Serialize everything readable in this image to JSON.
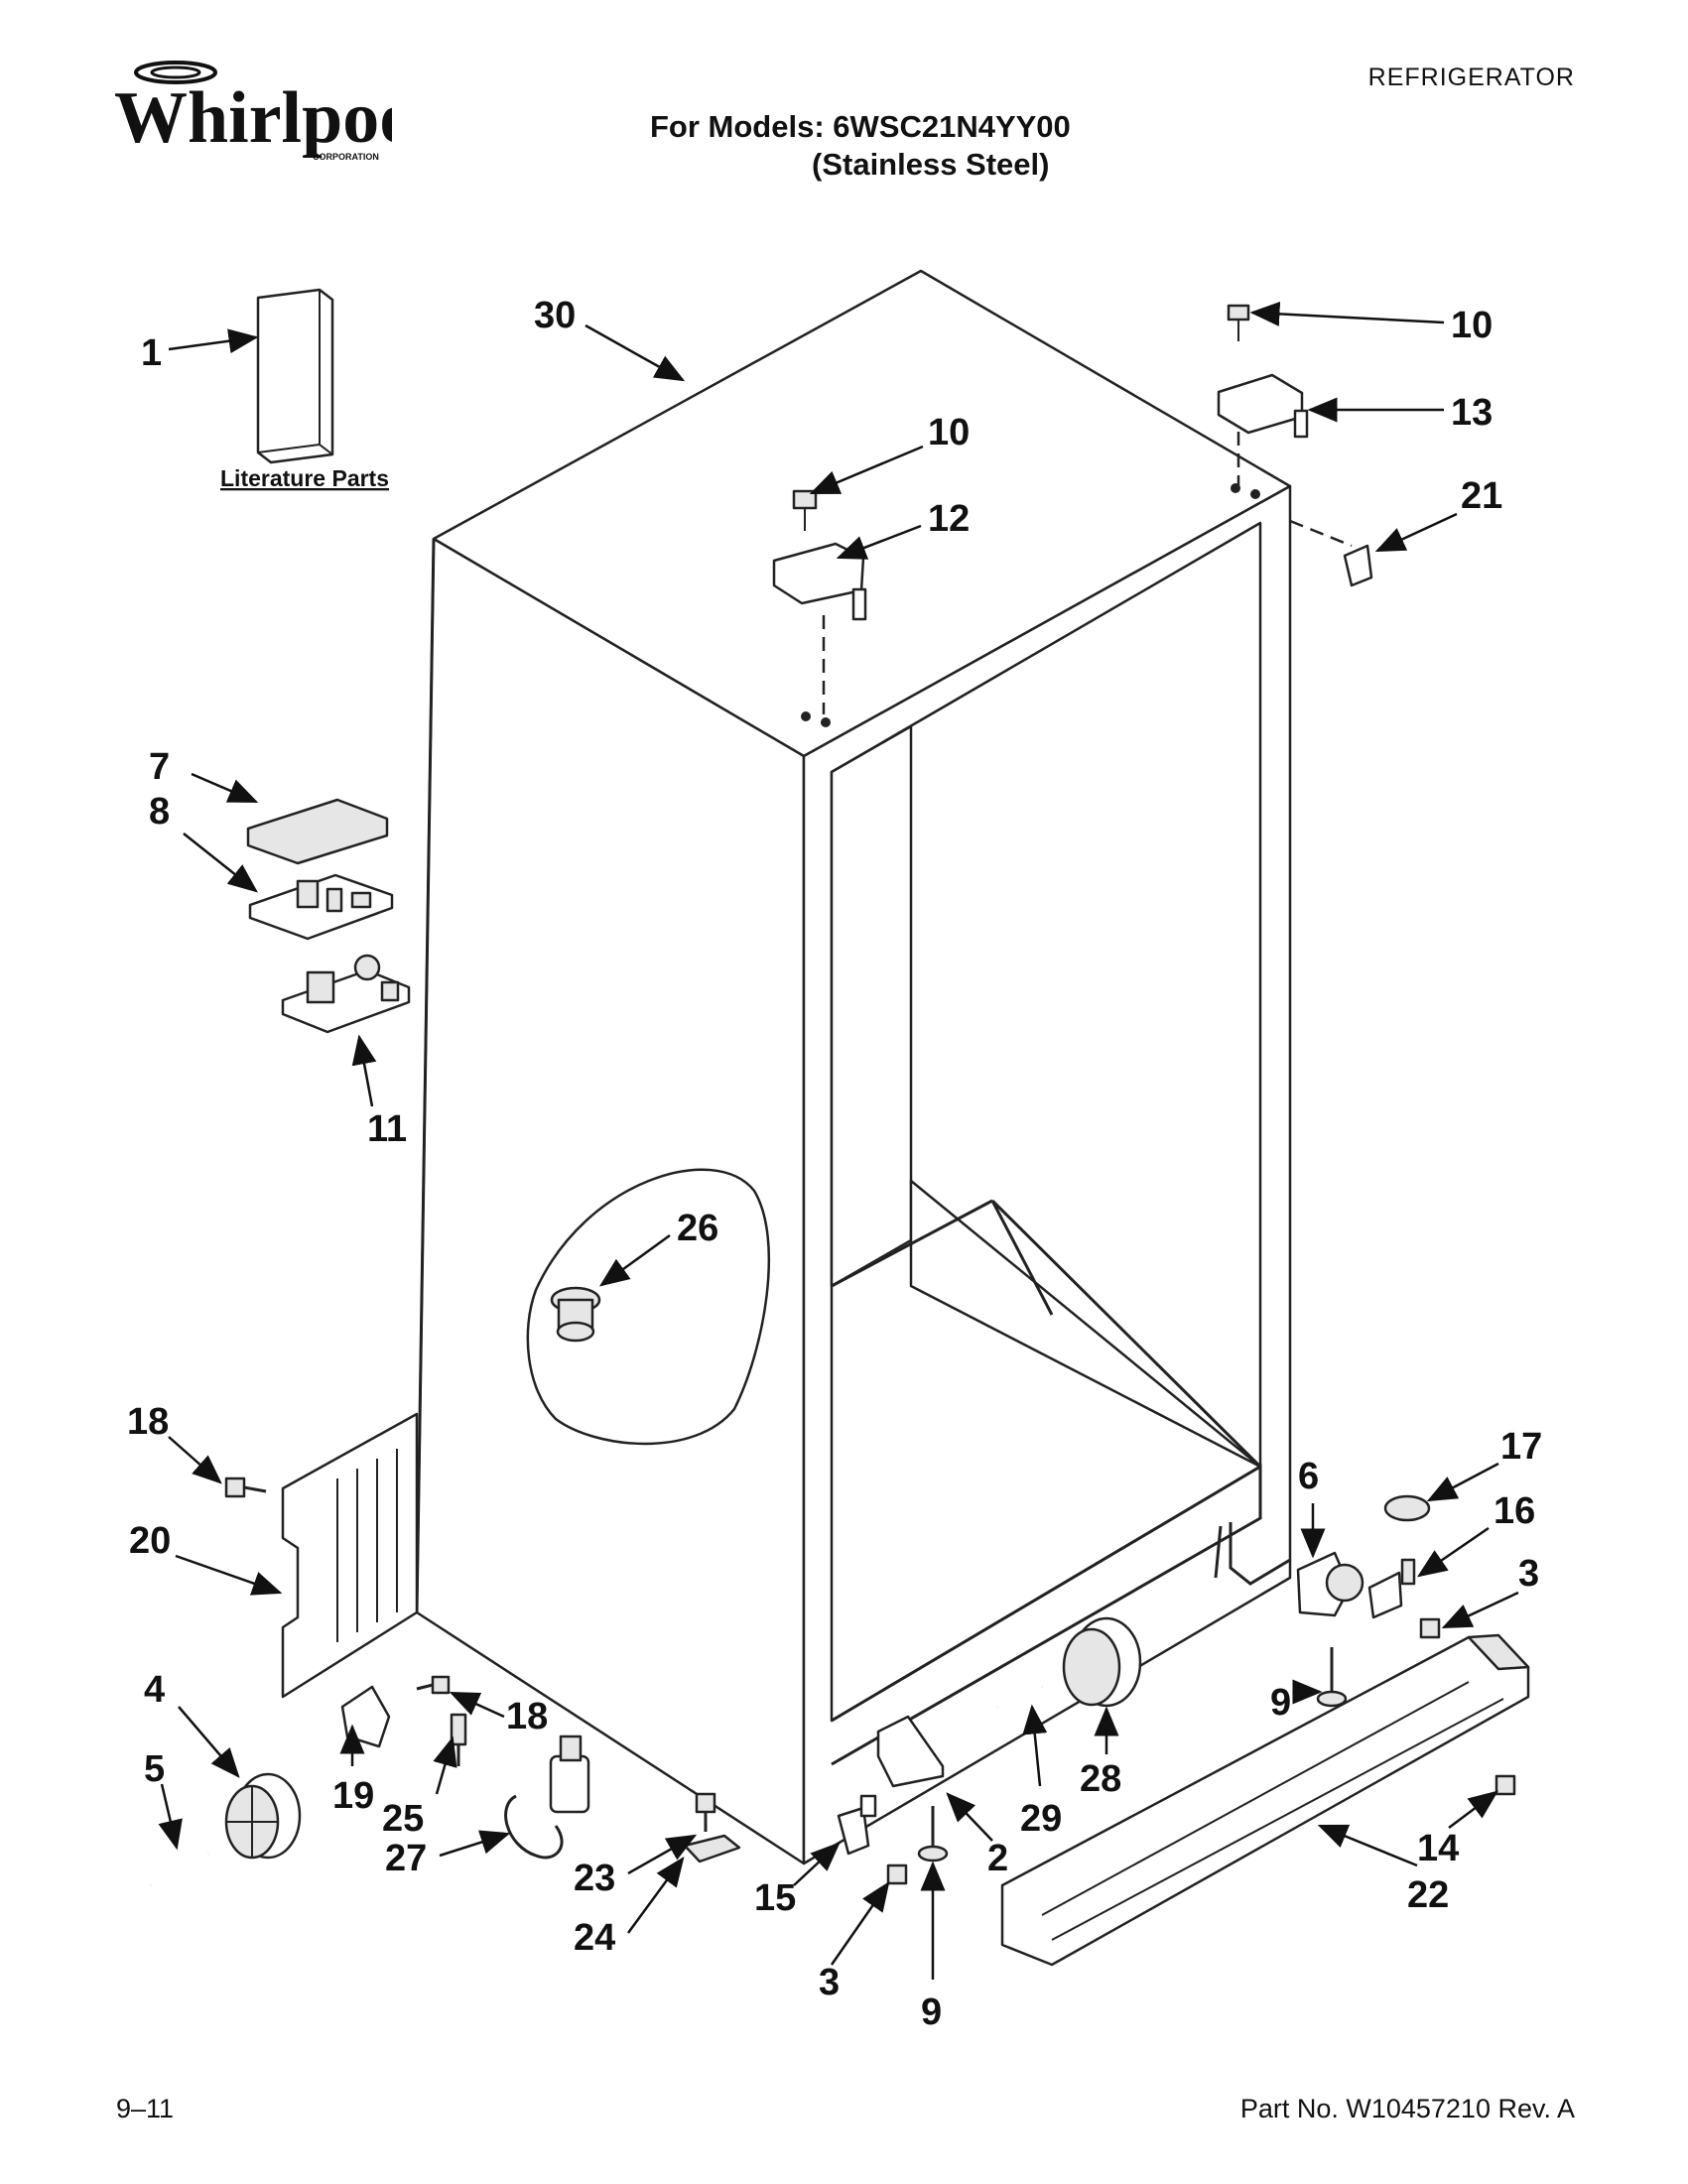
{
  "brand": {
    "logo_text": "Whirlpool",
    "logo_subtext": "CORPORATION"
  },
  "header": {
    "doc_type": "REFRIGERATOR",
    "models": "For Models: 6WSC21N4YY00",
    "finish": "(Stainless Steel)"
  },
  "literature_label": "Literature Parts",
  "callouts": [
    "1",
    "30",
    "10",
    "12",
    "10",
    "13",
    "21",
    "7",
    "8",
    "11",
    "26",
    "18",
    "20",
    "6",
    "17",
    "16",
    "3",
    "4",
    "5",
    "19",
    "18",
    "25",
    "27",
    "23",
    "24",
    "15",
    "3",
    "9",
    "2",
    "29",
    "28",
    "9",
    "14",
    "22"
  ],
  "footer": {
    "date_code": "9–11",
    "part_number": "Part No. W10457210 Rev. A"
  }
}
